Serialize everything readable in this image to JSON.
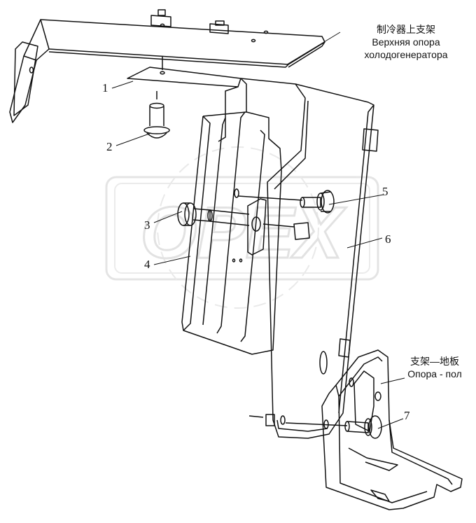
{
  "labels": {
    "upper_cn": "制冷器上支架",
    "upper_ru_1": "Верхняя опора",
    "upper_ru_2": "холодогенератора",
    "floor_cn": "支架—地板",
    "floor_ru": "Опора - пол"
  },
  "callouts": [
    "1",
    "2",
    "3",
    "4",
    "5",
    "6",
    "7"
  ],
  "watermark": {
    "text": "OPEX"
  }
}
